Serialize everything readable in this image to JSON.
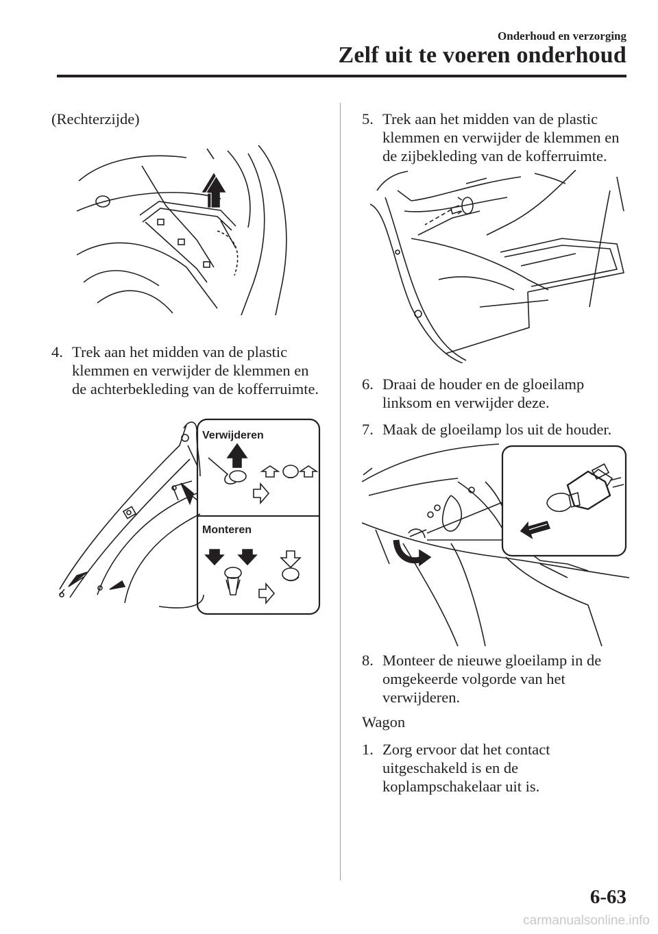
{
  "header": {
    "section": "Onderhoud en verzorging",
    "title": "Zelf uit te voeren onderhoud"
  },
  "left_column": {
    "subheading": "(Rechterzijde)",
    "step4": {
      "number": "4.",
      "text": "Trek aan het midden van de plastic klemmen en verwijder de klemmen en de achterbekleding van de kofferruimte."
    },
    "figure2": {
      "remove_label": "Verwijderen",
      "install_label": "Monteren"
    }
  },
  "right_column": {
    "step5": {
      "number": "5.",
      "text": "Trek aan het midden van de plastic klemmen en verwijder de klemmen en de zijbekleding van de kofferruimte."
    },
    "step6": {
      "number": "6.",
      "text": "Draai de houder en de gloeilamp linksom en verwijder deze."
    },
    "step7": {
      "number": "7.",
      "text": "Maak de gloeilamp los uit de houder."
    },
    "step8": {
      "number": "8.",
      "text": "Monteer de nieuwe gloeilamp in de omgekeerde volgorde van het verwijderen."
    },
    "wagon_heading": "Wagon",
    "wagon_step1": {
      "number": "1.",
      "text": "Zorg ervoor dat het contact uitgeschakeld is en de koplampschakelaar uit is."
    }
  },
  "footer": {
    "page_number": "6-63",
    "watermark": "carmanualsonline.info"
  },
  "icons": [
    "arrow-up-icon",
    "arrow-right-outline-icon",
    "arrow-down-icon",
    "rotate-arrow-icon",
    "plastic-clip-icon"
  ]
}
